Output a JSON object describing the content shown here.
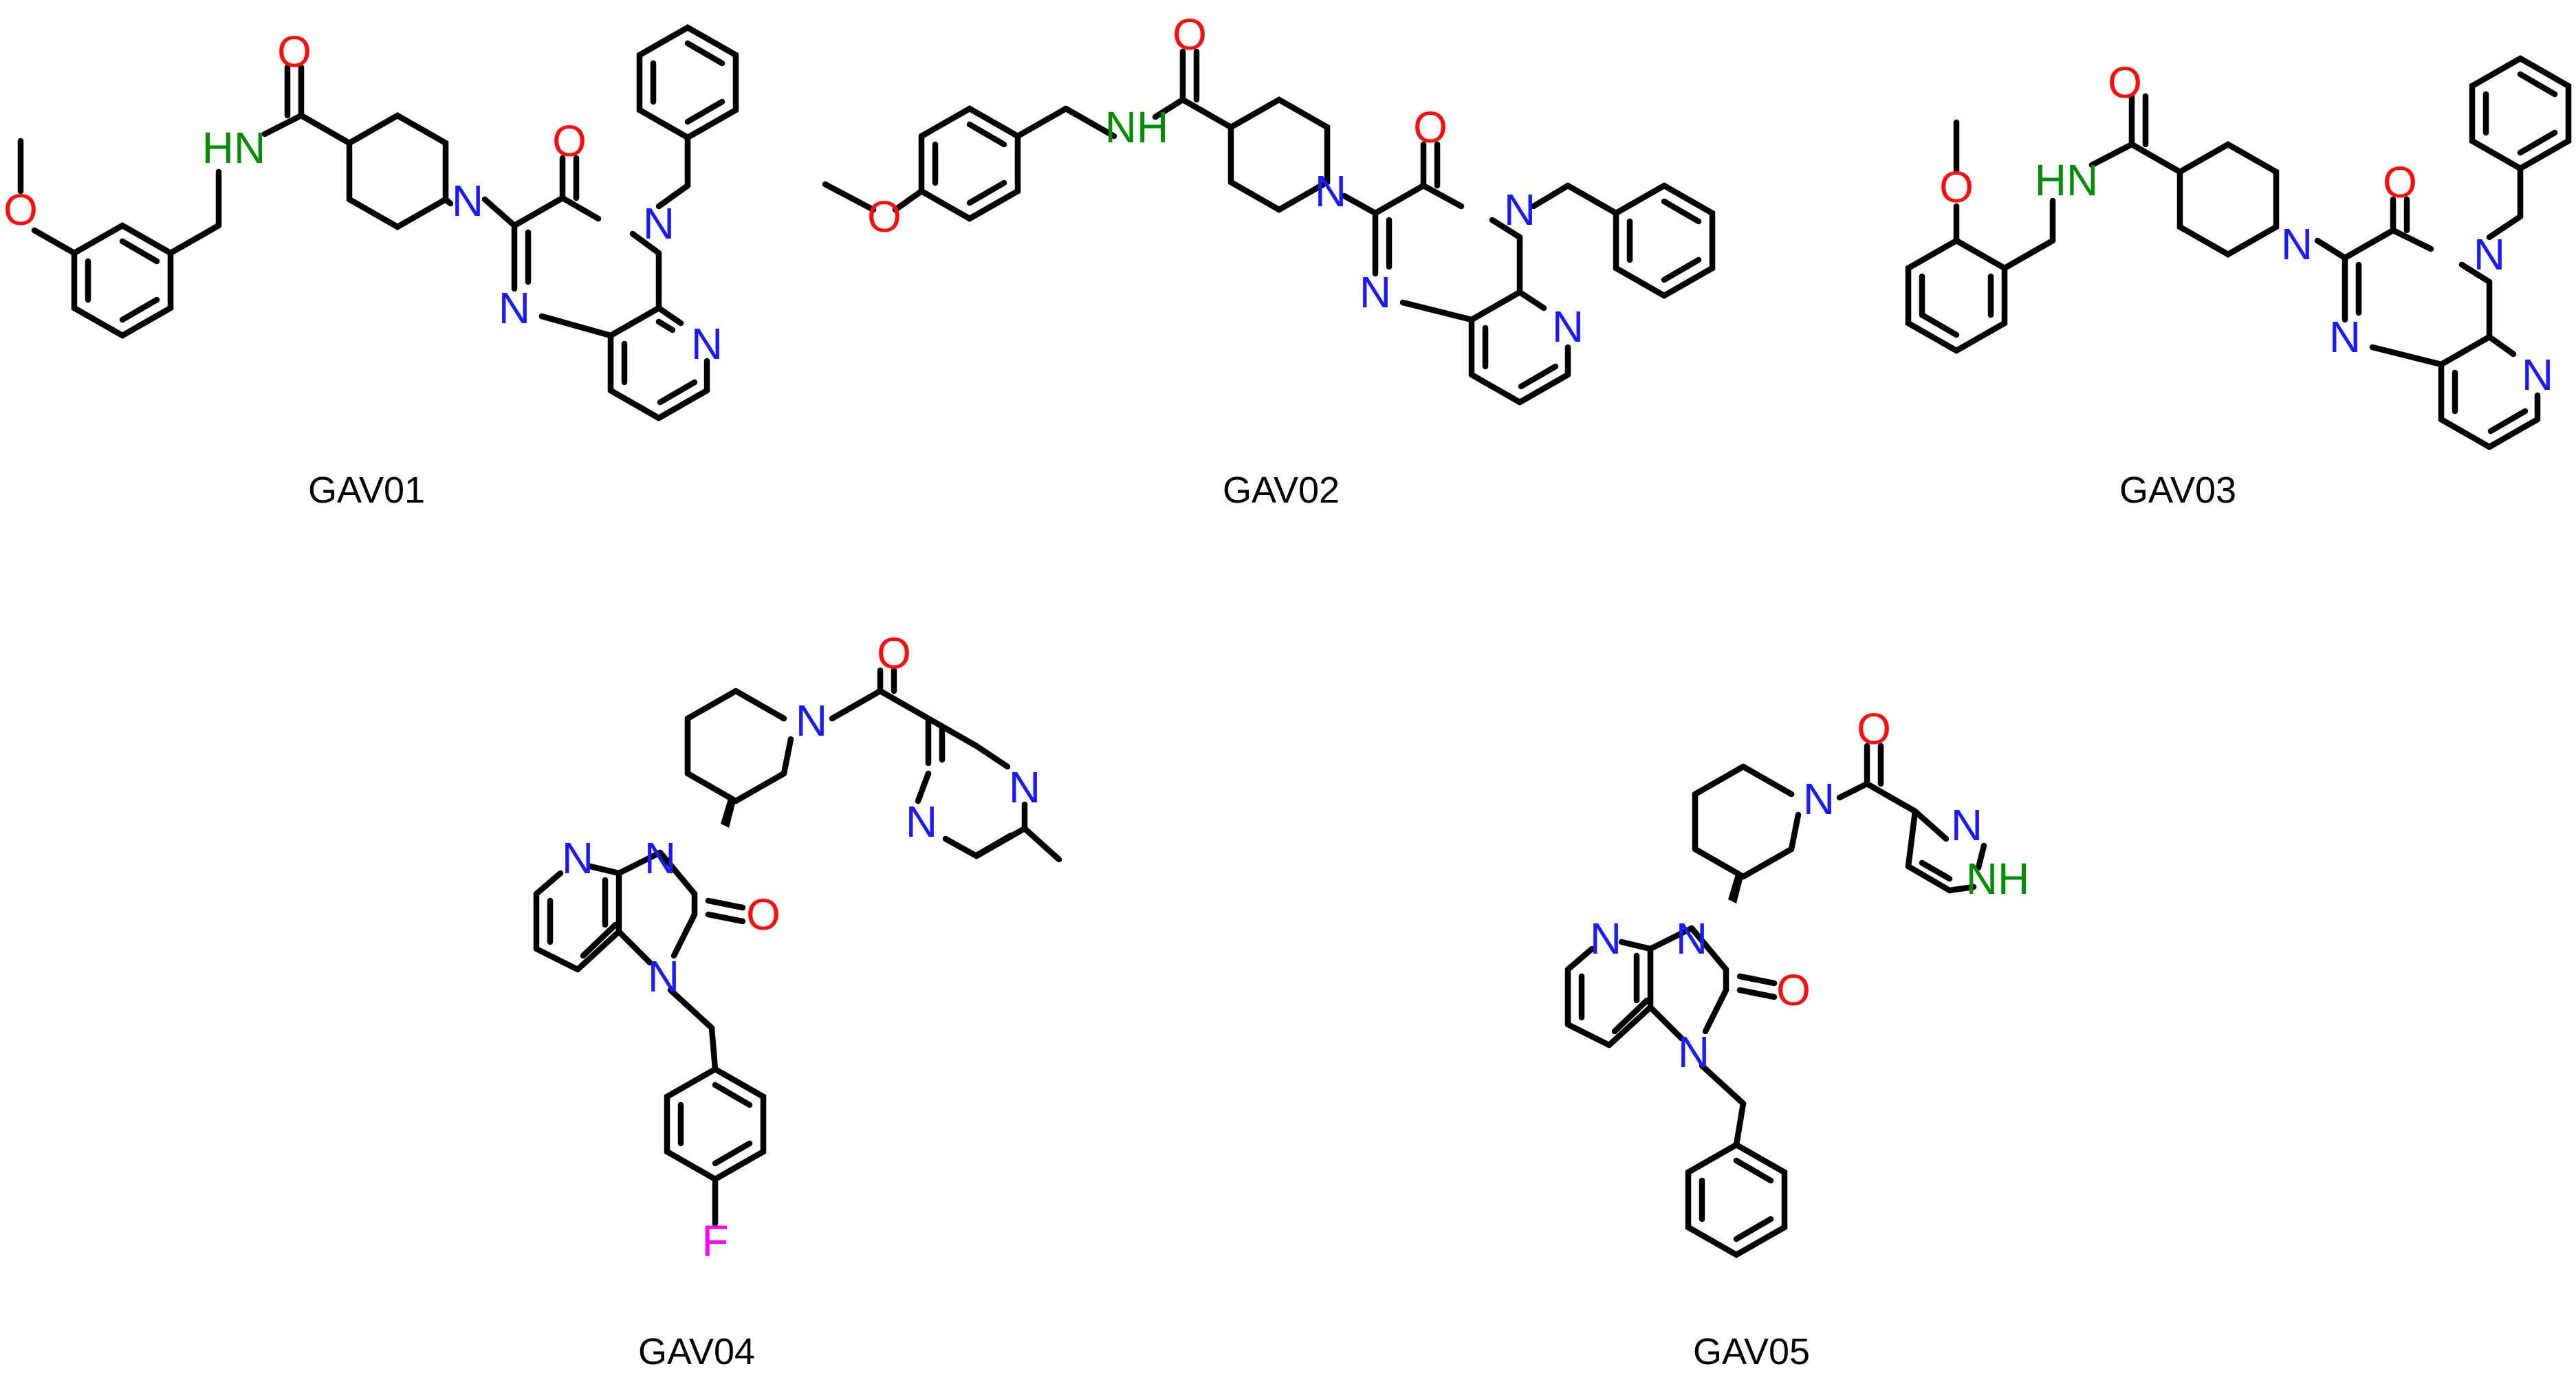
{
  "colors": {
    "bond": "#000000",
    "N": "#1a1aff",
    "O": "#ff0d0d",
    "NH": "#008c00",
    "F": "#ff00ff"
  },
  "molecules": [
    {
      "label": "GAV01",
      "atoms": {
        "amide_o": "O",
        "amide_nh": "HN",
        "pip_n": "N",
        "keto_o": "O",
        "n4": "N",
        "n1": "N",
        "npy": "N",
        "ome_o": "O"
      }
    },
    {
      "label": "GAV02",
      "atoms": {
        "amide_o": "O",
        "amide_nh": "NH",
        "pip_n": "N",
        "keto_o": "O",
        "n4": "N",
        "n1": "N",
        "npy": "N",
        "ome_o": "O"
      }
    },
    {
      "label": "GAV03",
      "atoms": {
        "amide_o": "O",
        "amide_nh": "HN",
        "pip_n": "N",
        "keto_o": "O",
        "n4": "N",
        "n1": "N",
        "npy": "N",
        "ome_o": "O"
      }
    },
    {
      "label": "GAV04",
      "atoms": {
        "amide_o": "O",
        "pip_n": "N",
        "n3": "N",
        "npy": "N",
        "n1": "N",
        "urea_o": "O",
        "pz_n4": "N",
        "pz_n1": "N",
        "f": "F"
      }
    },
    {
      "label": "GAV05",
      "atoms": {
        "amide_o": "O",
        "pip_n": "N",
        "n3": "N",
        "npy": "N",
        "n1": "N",
        "urea_o": "O",
        "pyr_n": "N",
        "pyr_nh": "NH"
      }
    }
  ]
}
